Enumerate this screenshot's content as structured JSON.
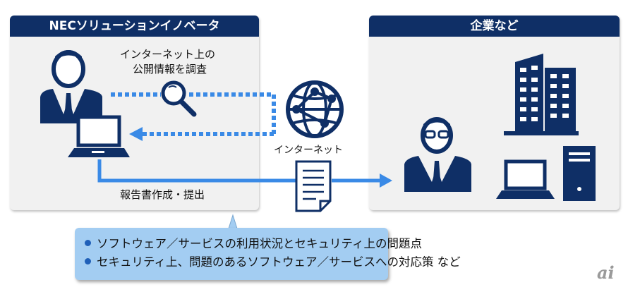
{
  "left_panel": {
    "title": "NECソリューションイノベータ"
  },
  "right_panel": {
    "title": "企業など"
  },
  "labels": {
    "research_line1": "インターネット上の",
    "research_line2": "公開情報を調査",
    "internet": "インターネット",
    "report": "報告書作成・提出"
  },
  "callout": {
    "items": [
      "ソフトウェア／サービスの利用状況とセキュリティ上の問題点",
      "セキュリティ上、問題のあるソフトウェア／サービスへの対応策 など"
    ]
  },
  "logo": "ai",
  "colors": {
    "navy": "#0f2f66",
    "accent_blue": "#3a8ae6",
    "callout_bg": "#a3cdf2"
  }
}
